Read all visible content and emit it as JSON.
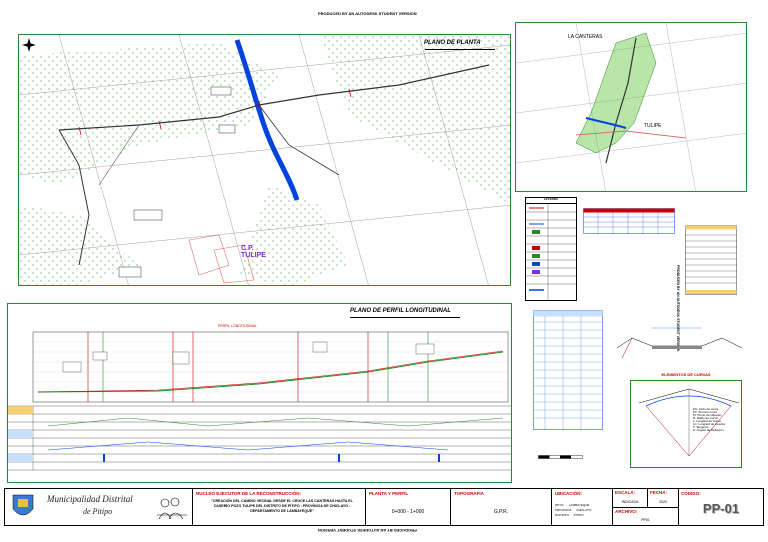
{
  "sheet": {
    "watermark_top": "PRODUCED BY AN AUTODESK STUDENT VERSION",
    "watermark_bottom": "PRODUCED BY AN AUTODESK STUDENT VERSION",
    "watermark_side": "PRODUCED BY AN AUTODESK STUDENT VERSION"
  },
  "plan": {
    "title": "PLANO DE PLANTA",
    "place_label": "C.P.\nTULIPE"
  },
  "location_map": {
    "label_top": "LA CANTERAS",
    "label_mid": "TULIPE"
  },
  "legend": {
    "title": "LEYENDA"
  },
  "profile": {
    "title": "PLANO DE PERFIL LONGITUDINAL",
    "subtitle": "PERFIL LONGITUDINAL"
  },
  "curves": {
    "title": "ELEMENTOS DE CURVAS",
    "items": [
      "PC: Inicio de curva",
      "PT: Termino curva",
      "PI: Punto de inflexión",
      "R: Radio de Curva",
      "L: Longitud de Curva",
      "LC: Longitud de Cuerda",
      "T: Tangente",
      "Δ: Angulo de Deflexión"
    ]
  },
  "title_block": {
    "municipality_line1": "Municipalidad Distrital",
    "municipality_line2": "de Pitipo",
    "project_header": "NUCLEO EJECUTOR DE LA RECONSTRUCCIÓN:",
    "project_desc": "\"CREACIÓN DEL CAMINO VECINAL DESDE EL CRUCE LAS CANTERAS HASTA EL CASERÍO POZO TULIPE DEL DISTRITO DE PÍTIPO - PROVINCIA DE CHICLAYO - DEPARTAMENTO DE LAMBAYEQUE\"",
    "plano_label": "PLANTA Y PERFIL",
    "plano_value": "0+000 - 1+000",
    "topo_label": "TOPOGRAFÍA",
    "topo_value": "G.P.R.",
    "ubicacion_label": "UBICACIÓN:",
    "ubicacion_rows": [
      [
        "DPTO.",
        "LAMBAYEQUE"
      ],
      [
        "PROVINCIA",
        "CHICLAYO"
      ],
      [
        "DISTRITO",
        "PITIPO"
      ]
    ],
    "escala_label": "ESCALA:",
    "escala_value": "INDICADA",
    "fecha_label": "FECHA:",
    "fecha_value": "2020",
    "archivo_label": "ARCHIVO:",
    "archivo_value": "PP01",
    "codigo_label": "CÓDIGO:",
    "codigo_value": "PP-01"
  }
}
